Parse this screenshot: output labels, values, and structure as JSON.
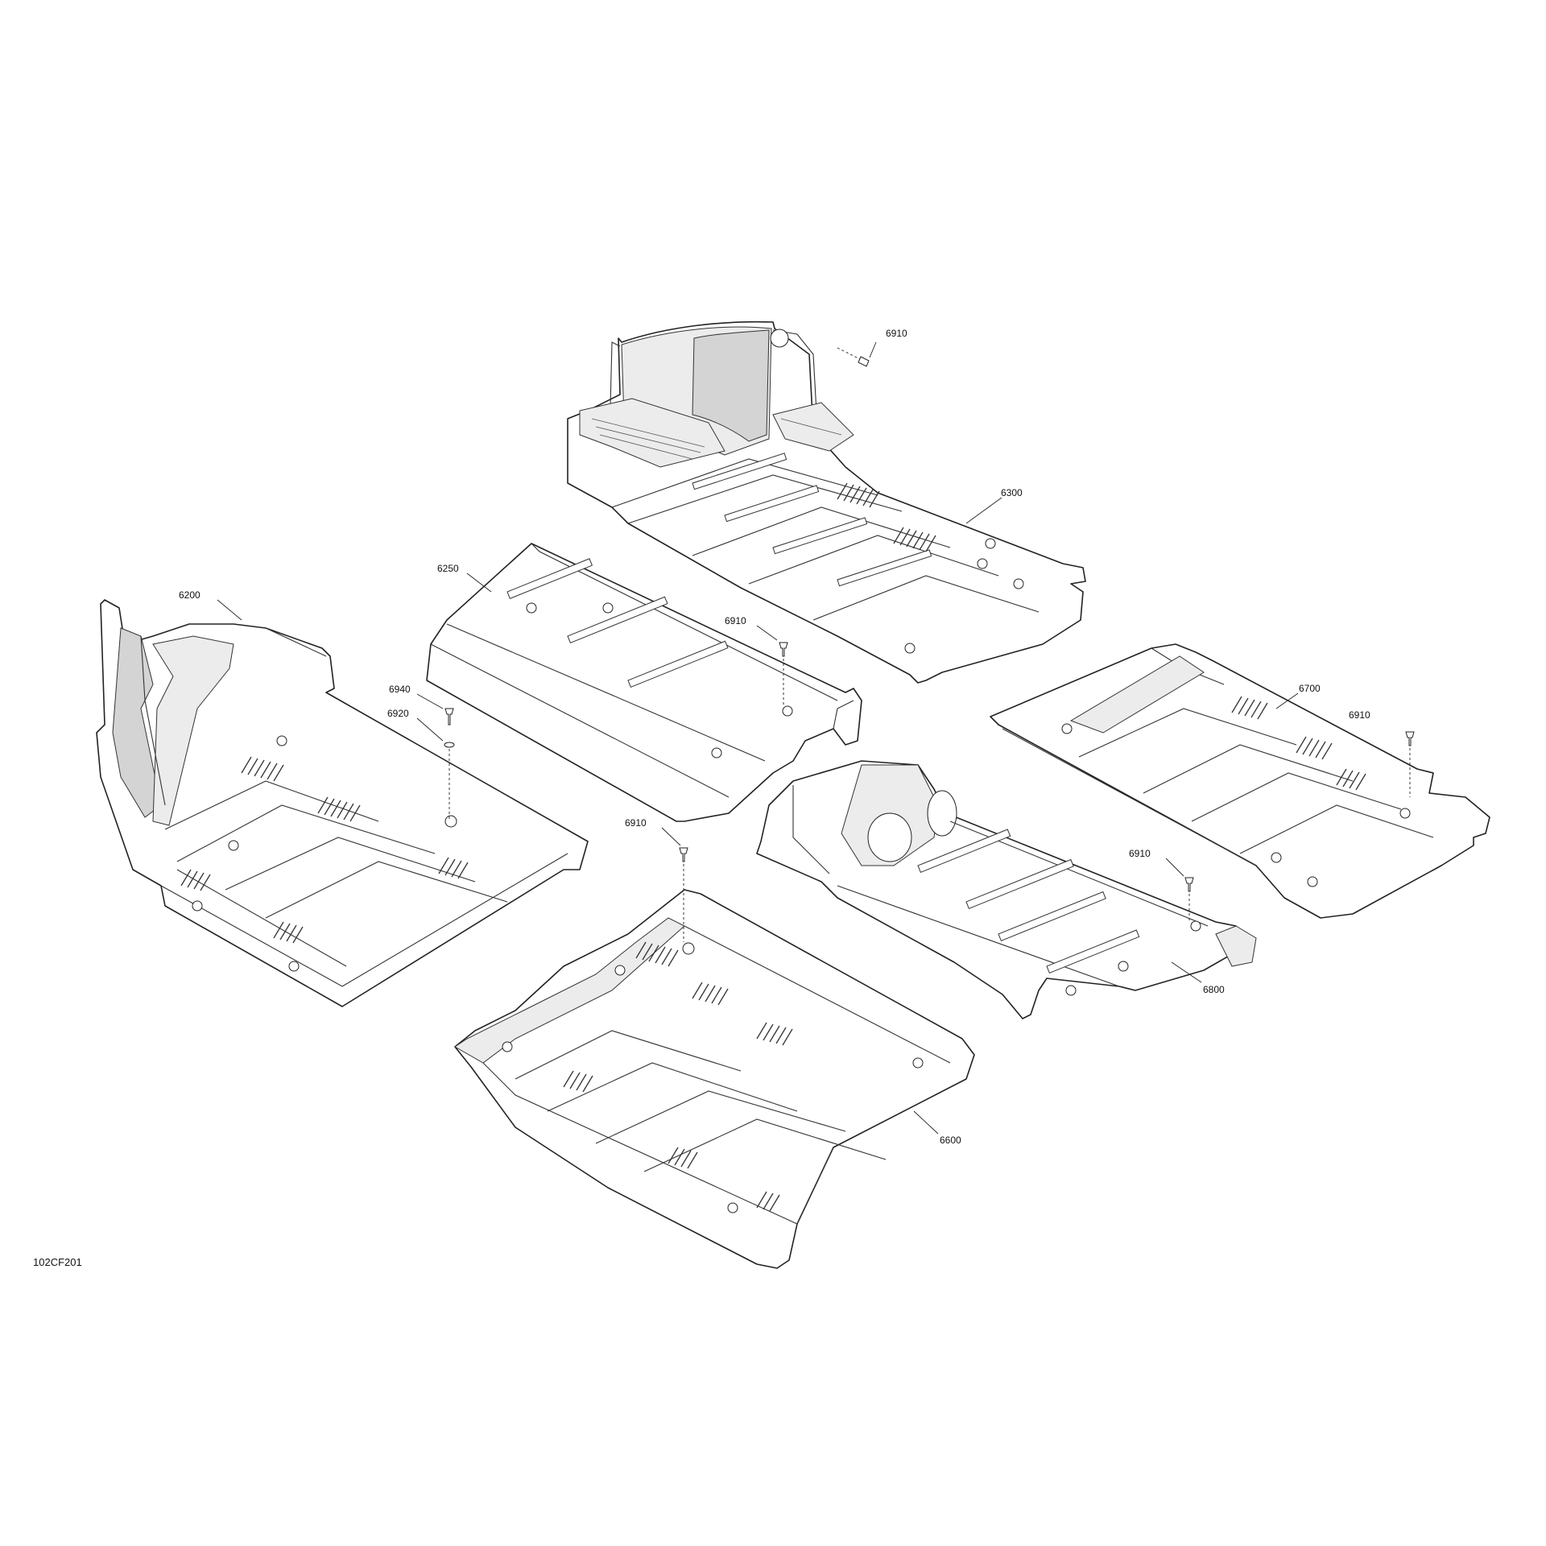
{
  "diagram": {
    "reference_code": "102CF201",
    "callouts": {
      "c6910_top": "6910",
      "c6300": "6300",
      "c6250": "6250",
      "c6200": "6200",
      "c6910_mid": "6910",
      "c6940": "6940",
      "c6920": "6920",
      "c6700": "6700",
      "c6910_right": "6910",
      "c6910_lower": "6910",
      "c6910_center": "6910",
      "c6800": "6800",
      "c6600": "6600"
    }
  }
}
